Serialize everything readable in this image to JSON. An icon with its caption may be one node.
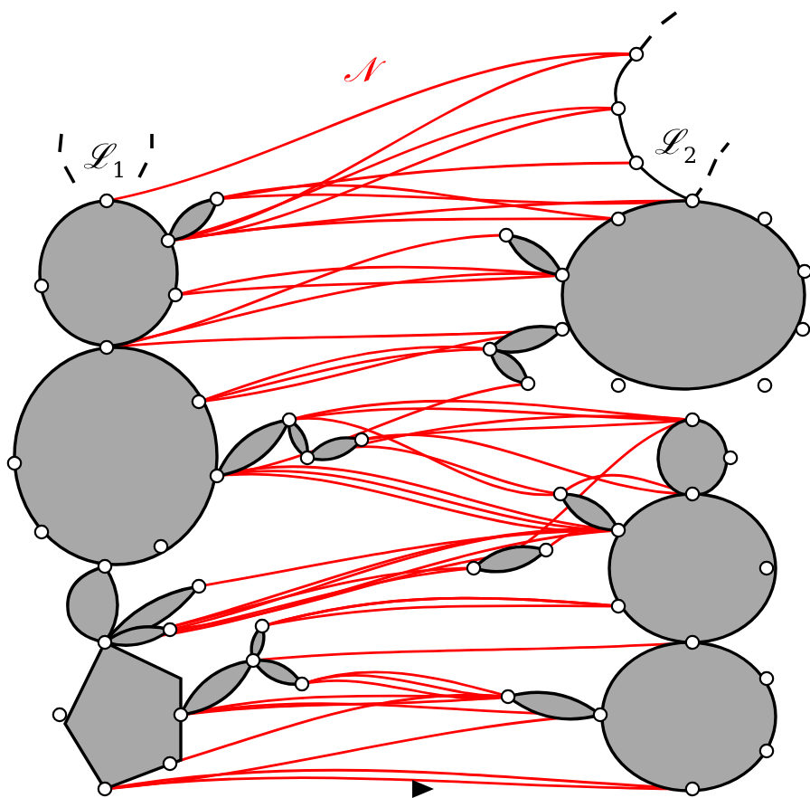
{
  "diagram": {
    "labels": [
      "𝒩",
      "ℒ$_{1}$",
      "ℒ$_{2}$"
    ]
  }
}
